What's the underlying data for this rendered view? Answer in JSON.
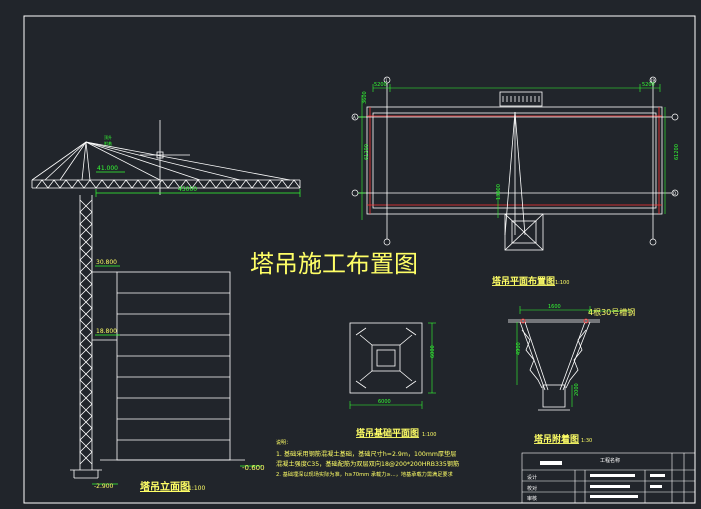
{
  "drawing": {
    "main_title": "塔吊施工布置图",
    "colors": {
      "background": "#21252b",
      "frame": "#ffffff",
      "structure": "#ffffff",
      "dimension": "#33ff33",
      "yellow": "#ffff66",
      "red": "#ff3333"
    }
  },
  "elevation": {
    "title": "塔吊立面图",
    "scale": "1:100",
    "jib_radius": "45000",
    "jib_height": "41.000",
    "top_label_1": "顶升",
    "top_label_2": "附着",
    "level_1": "30.800",
    "level_2": "18.800",
    "ground_level": "-0.600",
    "base_level": "-2.900"
  },
  "plan": {
    "title": "塔吊平面布置图",
    "scale": "1:100",
    "dim_top_left": "5200",
    "dim_top_right": "5200",
    "dim_left": "61200",
    "dim_right": "61200",
    "dim_left_small": "3600",
    "dim_mid": "13600",
    "axis_left_top": "1",
    "axis_right_top": "19",
    "axis_left_bottom": "A",
    "axis_right_bottom": "D"
  },
  "foundation": {
    "title": "塔吊基础平面图",
    "scale": "1:100",
    "width": "6000",
    "height": "6000"
  },
  "attachment": {
    "title": "塔吊附着图",
    "scale": "1:30",
    "top_dim": "1600",
    "spec": "4根30号槽钢",
    "height_dim": "4900",
    "base_dim": "2000"
  },
  "notes": {
    "heading": "说明：",
    "line1": "1. 基础采用钢筋混凝土基础，基础尺寸h=2.9m，100mm厚垫层",
    "line2": "   混凝土强度C35，基础配筋为双层双向18@200*200HRB335钢筋",
    "line3": "2. 基础埋深以现场实际为准，h≥70mm 承载力≥...，地基承载力需满足要求"
  },
  "title_block": {
    "header": "工程名称",
    "rows": [
      "设计",
      "校对",
      "审核"
    ]
  }
}
